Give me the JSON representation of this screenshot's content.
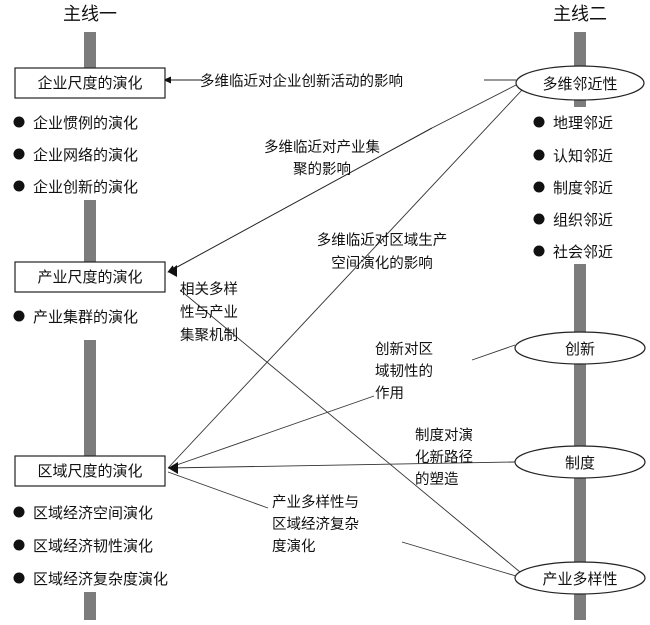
{
  "header": {
    "left": "主线一",
    "right": "主线二"
  },
  "left_boxes": {
    "enterprise": "企业尺度的演化",
    "industry": "产业尺度的演化",
    "region": "区域尺度的演化"
  },
  "left_items": {
    "enterprise": [
      "企业惯例的演化",
      "企业网络的演化",
      "企业创新的演化"
    ],
    "industry": [
      "产业集群的演化"
    ],
    "region": [
      "区域经济空间演化",
      "区域经济韧性演化",
      "区域经济复杂度演化"
    ]
  },
  "right_nodes": {
    "proximity": "多维邻近性",
    "innovation": "创新",
    "institution": "制度",
    "diversity": "产业多样性"
  },
  "proximity_items": [
    "地理邻近",
    "认知邻近",
    "制度邻近",
    "组织邻近",
    "社会邻近"
  ],
  "labels": {
    "l1": [
      "多维临近对企业创新活动的影响"
    ],
    "l2": [
      "多维临近对产业集",
      "聚的影响"
    ],
    "l3": [
      "多维临近对区域生产",
      "空间演化的影响"
    ],
    "l4": [
      "相关多样",
      "性与产业",
      "集聚机制"
    ],
    "l5": [
      "创新对区",
      "域韧性的",
      "作用"
    ],
    "l6": [
      "制度对演",
      "化新路径",
      "的塑造"
    ],
    "l7": [
      "产业多样性与",
      "区域经济复杂",
      "度演化"
    ]
  }
}
